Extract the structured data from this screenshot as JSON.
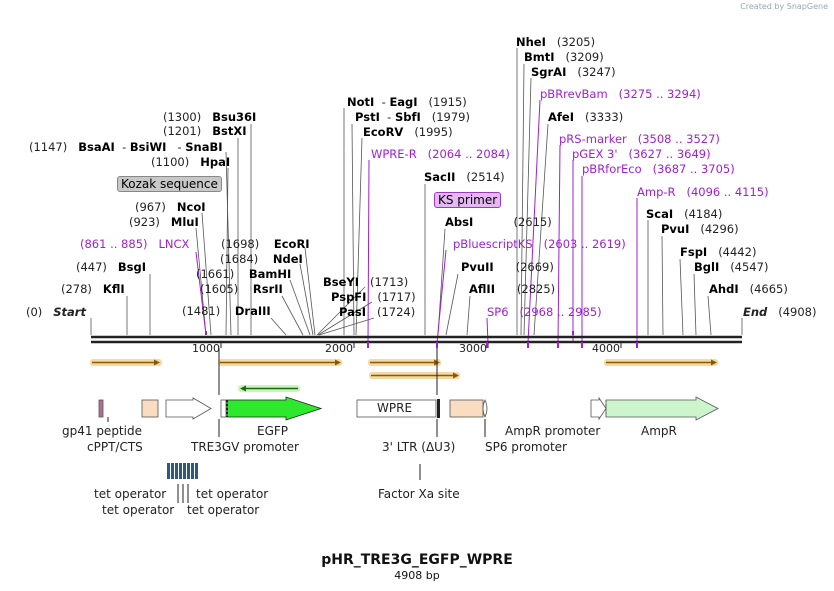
{
  "credit": "Created by SnapGene",
  "title": "pHR_TRE3G_EGFP_WPRE",
  "subtitle": "4908 bp",
  "start_label": "Start",
  "start_pos": "(0)",
  "end_label": "End",
  "end_pos": "(4908)",
  "ticks": [
    "1000",
    "2000",
    "3000",
    "4000"
  ],
  "kozak": "Kozak sequence",
  "ks_primer": "KS primer",
  "enzymes": {
    "nhei": {
      "name": "NheI",
      "pos": "(3205)"
    },
    "bmti": {
      "name": "BmtI",
      "pos": "(3209)"
    },
    "sgrai": {
      "name": "SgrAI",
      "pos": "(3247)"
    },
    "afei": {
      "name": "AfeI",
      "pos": "(3333)"
    },
    "bsu36i": {
      "name": "Bsu36I",
      "pos": "(1300)"
    },
    "bstxi": {
      "name": "BstXI",
      "pos": "(1201)"
    },
    "bsaai": {
      "name": "BsaAI",
      "pos": "(1147)"
    },
    "bsiwi": {
      "name": "BsiWI",
      "pos": ""
    },
    "snabi": {
      "name": "SnaBI",
      "pos": ""
    },
    "hpai": {
      "name": "HpaI",
      "pos": "(1100)"
    },
    "noti": {
      "name": "NotI",
      "pos": ""
    },
    "eagi": {
      "name": "EagI",
      "pos": "(1915)"
    },
    "psti": {
      "name": "PstI",
      "pos": ""
    },
    "sbfi": {
      "name": "SbfI",
      "pos": "(1979)"
    },
    "ecorv": {
      "name": "EcoRV",
      "pos": "(1995)"
    },
    "sacii": {
      "name": "SacII",
      "pos": "(2514)"
    },
    "ncoi": {
      "name": "NcoI",
      "pos": "(967)"
    },
    "mlui": {
      "name": "MluI",
      "pos": "(923)"
    },
    "ecori": {
      "name": "EcoRI",
      "pos": "(1698)"
    },
    "ndei": {
      "name": "NdeI",
      "pos": "(1684)"
    },
    "bamhi": {
      "name": "BamHI",
      "pos": "(1661)"
    },
    "rsrii": {
      "name": "RsrII",
      "pos": "(1605)"
    },
    "draiii": {
      "name": "DraIII",
      "pos": "(1481)"
    },
    "bsgi": {
      "name": "BsgI",
      "pos": "(447)"
    },
    "kfli": {
      "name": "KflI",
      "pos": "(278)"
    },
    "bseyi": {
      "name": "BseYI",
      "pos": "(1713)"
    },
    "pspfi": {
      "name": "PspFI",
      "pos": "(1717)"
    },
    "pasi": {
      "name": "PasI",
      "pos": "(1724)"
    },
    "absi": {
      "name": "AbsI",
      "pos": "(2615)"
    },
    "pvuii": {
      "name": "PvuII",
      "pos": "(2669)"
    },
    "aflii": {
      "name": "AflII",
      "pos": "(2825)"
    },
    "scai": {
      "name": "ScaI",
      "pos": "(4184)"
    },
    "pvui": {
      "name": "PvuI",
      "pos": "(4296)"
    },
    "fspi": {
      "name": "FspI",
      "pos": "(4442)"
    },
    "bgli": {
      "name": "BglI",
      "pos": "(4547)"
    },
    "ahdi": {
      "name": "AhdI",
      "pos": "(4665)"
    }
  },
  "primers": {
    "pbrrevbam": {
      "name": "pBRrevBam",
      "range": "(3275 .. 3294)"
    },
    "prs_marker": {
      "name": "pRS-marker",
      "range": "(3508 .. 3527)"
    },
    "pgex3": {
      "name": "pGEX 3'",
      "range": "(3627 .. 3649)"
    },
    "pbrforeco": {
      "name": "pBRforEco",
      "range": "(3687 .. 3705)"
    },
    "ampr": {
      "name": "Amp-R",
      "range": "(4096 .. 4115)"
    },
    "wpre_r": {
      "name": "WPRE-R",
      "range": "(2064 .. 2084)"
    },
    "lncx": {
      "name": "LNCX",
      "range": "(861 .. 885)"
    },
    "pbluescriptks": {
      "name": "pBluescriptKS",
      "range": "(2603 .. 2619)"
    },
    "sp6": {
      "name": "SP6",
      "range": "(2968 .. 2985)"
    }
  },
  "features": {
    "gp41": "gp41 peptide",
    "cppt": "cPPT/CTS",
    "tre3gv": "TRE3GV promoter",
    "egfp": "EGFP",
    "wpre": "WPRE",
    "ltr": "3' LTR (ΔU3)",
    "sp6_promoter": "SP6 promoter",
    "ampr_promoter": "AmpR promoter",
    "ampr": "AmpR",
    "tet1": "tet operator",
    "tet2": "tet operator",
    "tet3": "tet operator",
    "tet4": "tet operator",
    "factor_xa": "Factor Xa site"
  }
}
